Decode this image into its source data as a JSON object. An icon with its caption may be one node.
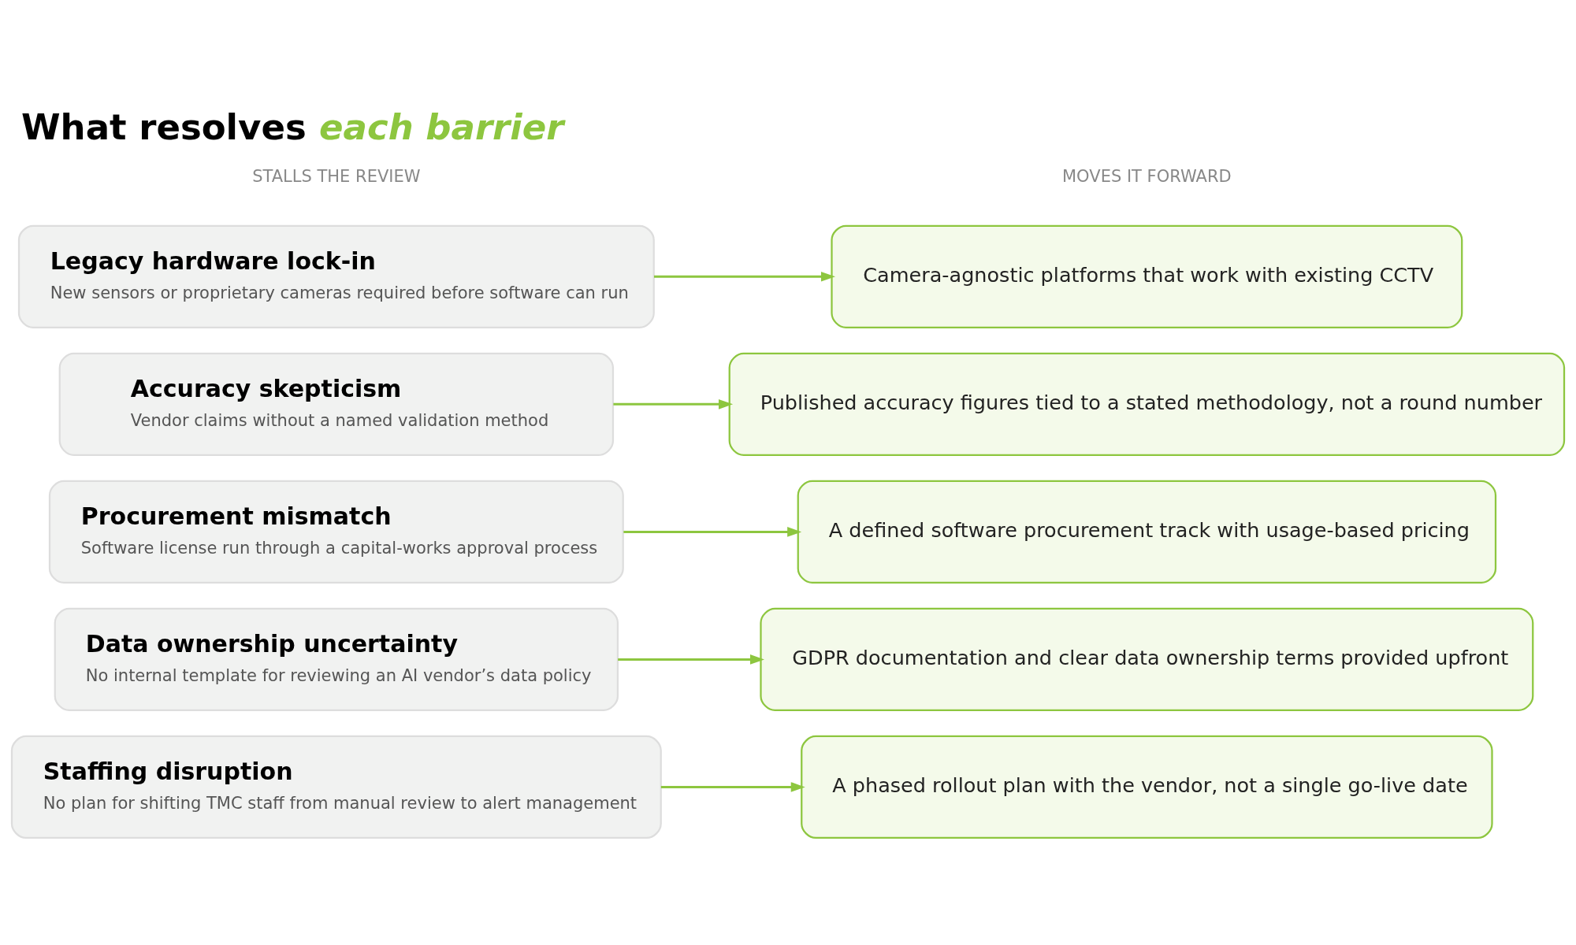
{
  "diagram": {
    "title": "What resolves *each barrier*",
    "nodes": [
      {
        "text": [
          "Legacy hardware lock-in",
          "New sensors or proprietary cameras required before software can run"
        ]
      },
      {
        "text": [
          "Accuracy skepticism",
          "Vendor claims without a named validation method"
        ]
      },
      {
        "text": [
          "Procurement mismatch",
          "Software license run through a capital-works approval process"
        ]
      },
      {
        "text": [
          "Data ownership uncertainty",
          "No internal template for reviewing an AI vendor’s data policy"
        ]
      },
      {
        "text": [
          "Staffing disruption",
          "No plan for shifting TMC staff from manual review to alert management"
        ]
      },
      {
        "text": [
          "Camera-agnostic platforms that work with existing CCTV"
        ]
      },
      {
        "text": [
          "Published accuracy figures tied to a stated methodology, not a round number"
        ]
      },
      {
        "text": [
          "A defined software procurement track with usage-based pricing"
        ]
      },
      {
        "text": [
          "GDPR documentation and clear data ownership terms provided upfront"
        ]
      },
      {
        "text": [
          "A phased rollout plan with the vendor, not a single go-live date"
        ]
      }
    ],
    "edges": [
      {
        "from": 0,
        "to": 5,
        "arrow": "to"
      },
      {
        "from": 1,
        "to": 6,
        "arrow": "to"
      },
      {
        "from": 2,
        "to": 7,
        "arrow": "to"
      },
      {
        "from": 3,
        "to": 8,
        "arrow": "to"
      },
      {
        "from": 4,
        "to": 9,
        "arrow": "to"
      }
    ],
    "labels": [
      "STALLS THE REVIEW",
      "MOVES IT FORWARD"
    ]
  }
}
